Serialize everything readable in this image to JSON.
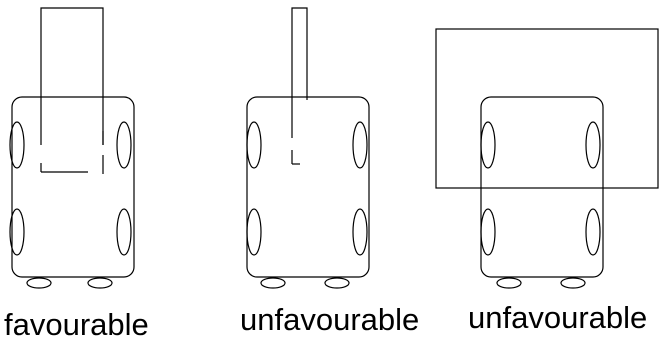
{
  "captions": {
    "robot_1": "favourable",
    "robot_2": "unfavourable",
    "robot_3": "unfavourable"
  },
  "colors": {
    "stroke": "#000000",
    "background": "#ffffff"
  }
}
